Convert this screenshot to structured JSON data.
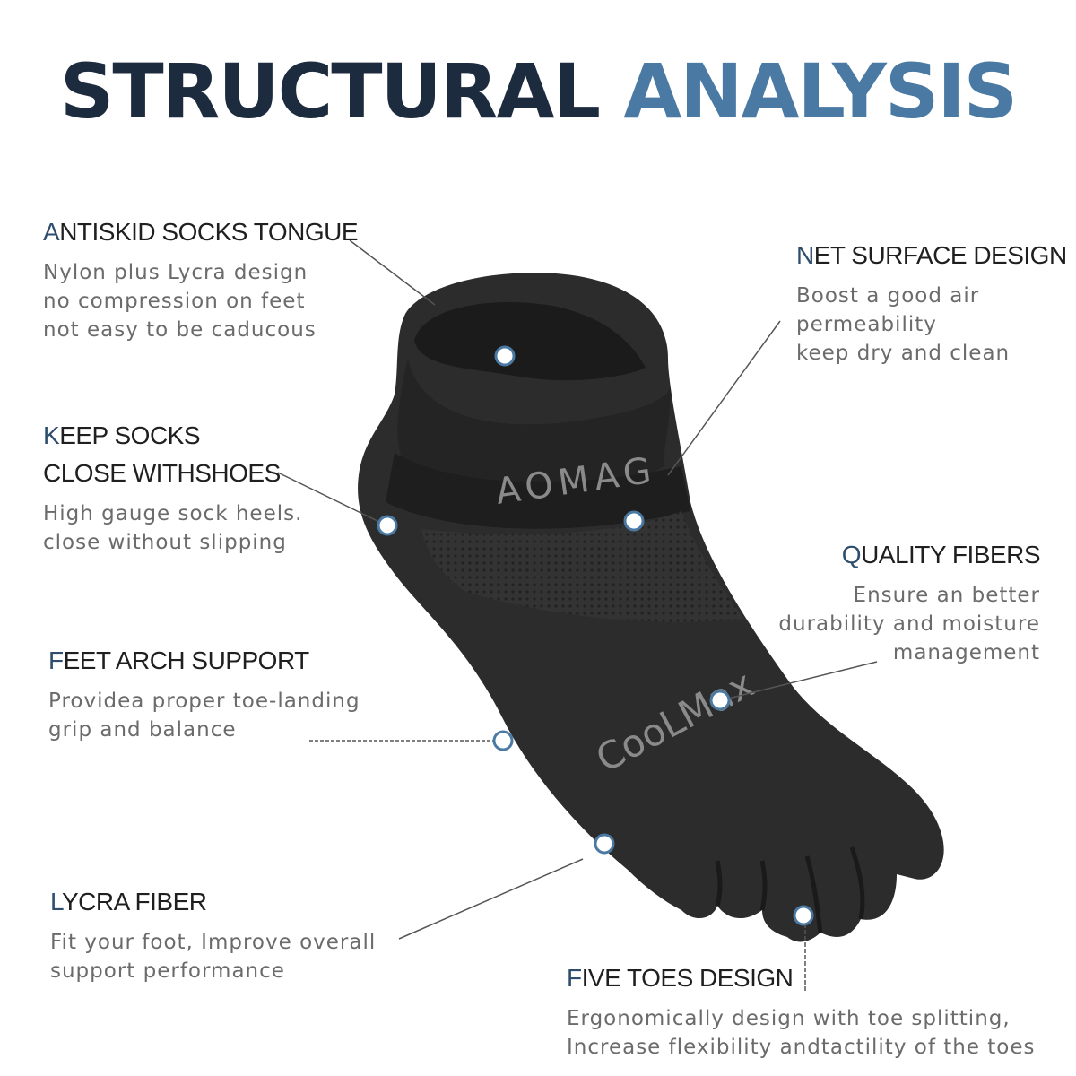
{
  "title": {
    "part1": "STRUCTURAL",
    "part2": "ANALYSIS"
  },
  "colors": {
    "title_dark": "#1c2b3d",
    "title_accent": "#4a7aa3",
    "heading_initial": "#2f4e6e",
    "sock": "#2a2a2a"
  },
  "sock_labels": {
    "brand": "AOMAG",
    "tech": "CooLMax"
  },
  "features": {
    "antiskid": {
      "initial": "A",
      "rest": "NTISKID SOCKS TONGUE",
      "lines": [
        "Nylon plus Lycra design",
        "no compression on feet",
        "not easy to be caducous"
      ]
    },
    "keep": {
      "initial": "K",
      "rest": "EEP SOCKS",
      "line2": "CLOSE WITHSHOES",
      "lines": [
        "High gauge sock heels.",
        "close without slipping"
      ]
    },
    "arch": {
      "initial": "F",
      "rest": "EET ARCH SUPPORT",
      "lines": [
        "Providea proper toe-landing",
        "grip and balance"
      ]
    },
    "lycra": {
      "initial": "L",
      "rest": "YCRA FIBER",
      "lines": [
        "Fit your foot, Improve overall",
        "support performance"
      ]
    },
    "net": {
      "initial": "N",
      "rest": "ET SURFACE DESIGN",
      "lines": [
        "Boost a good air",
        "permeability",
        "keep dry and clean"
      ]
    },
    "quality": {
      "initial": "Q",
      "rest": "UALITY FIBERS",
      "lines": [
        "Ensure an better",
        "durability and moisture",
        "management"
      ]
    },
    "five": {
      "initial": "F",
      "rest": "IVE TOES DESIGN",
      "lines": [
        "Ergonomically design with toe splitting,",
        "Increase flexibility andtactility of the toes"
      ]
    }
  }
}
